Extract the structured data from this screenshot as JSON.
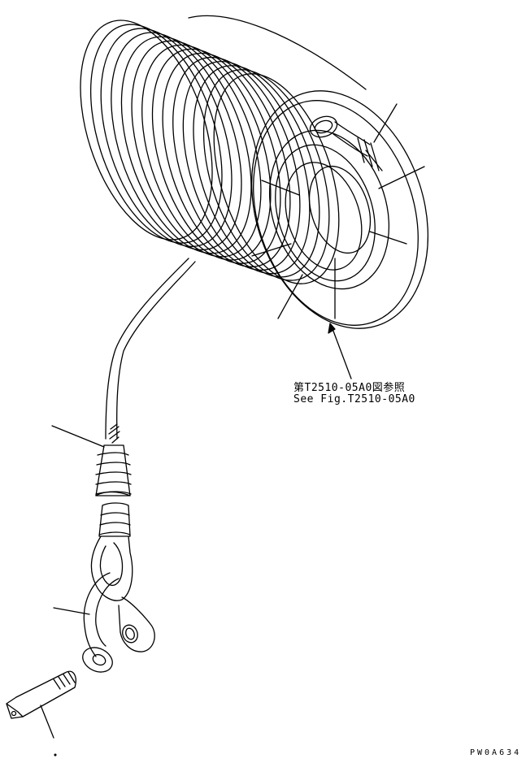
{
  "reference_note": {
    "japanese": "第T2510-05A0図参照",
    "english": "See Fig.T2510-05A0"
  },
  "drawing_id": "PW0A634",
  "colors": {
    "line": "#000000",
    "background": "#ffffff"
  }
}
